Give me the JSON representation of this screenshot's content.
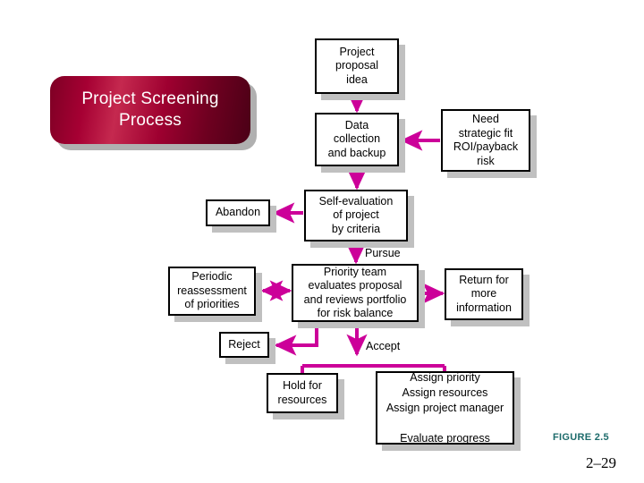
{
  "slide": {
    "title": "Project Screening\nProcess",
    "title_bg_color": "#9e0030",
    "title_text_color": "#ffffff",
    "arrow_color": "#cc0099",
    "box_border_color": "#000000",
    "box_shadow_color": "#c0c0c0",
    "figure_caption": "FIGURE 2.5",
    "figure_caption_color": "#1d6b6b",
    "page_number": "2–29"
  },
  "flowchart": {
    "nodes": [
      {
        "id": "proposal",
        "label": "Project\nproposal\nidea"
      },
      {
        "id": "data",
        "label": "Data\ncollection\nand backup"
      },
      {
        "id": "need",
        "label": "Need\nstrategic fit\nROI/payback\nrisk"
      },
      {
        "id": "self_eval",
        "label": "Self-evaluation\nof project\nby criteria"
      },
      {
        "id": "abandon",
        "label": "Abandon"
      },
      {
        "id": "priority",
        "label": "Priority team\nevaluates proposal\nand reviews portfolio\nfor risk balance"
      },
      {
        "id": "periodic",
        "label": "Periodic\nreassessment\nof priorities"
      },
      {
        "id": "return",
        "label": "Return for\nmore\ninformation"
      },
      {
        "id": "reject",
        "label": "Reject"
      },
      {
        "id": "hold",
        "label": "Hold for\nresources"
      },
      {
        "id": "assign",
        "label": "Assign priority\nAssign resources\nAssign project manager\n\nEvaluate progress"
      }
    ],
    "edges": [
      {
        "from": "proposal",
        "to": "data",
        "label": "",
        "direction": "down"
      },
      {
        "from": "need",
        "to": "data",
        "label": "",
        "direction": "left"
      },
      {
        "from": "data",
        "to": "self_eval",
        "label": "",
        "direction": "down"
      },
      {
        "from": "self_eval",
        "to": "abandon",
        "label": "",
        "direction": "left"
      },
      {
        "from": "self_eval",
        "to": "priority",
        "label": "Pursue",
        "direction": "down"
      },
      {
        "from": "periodic",
        "to": "priority",
        "label": "",
        "direction": "both"
      },
      {
        "from": "priority",
        "to": "return",
        "label": "",
        "direction": "right"
      },
      {
        "from": "priority",
        "to": "reject",
        "label": "",
        "direction": "left"
      },
      {
        "from": "priority",
        "to": "hold",
        "label": "Accept",
        "direction": "down"
      },
      {
        "from": "priority",
        "to": "assign",
        "label": "Accept",
        "direction": "down"
      }
    ],
    "edge_labels": {
      "pursue": "Pursue",
      "accept": "Accept"
    }
  }
}
